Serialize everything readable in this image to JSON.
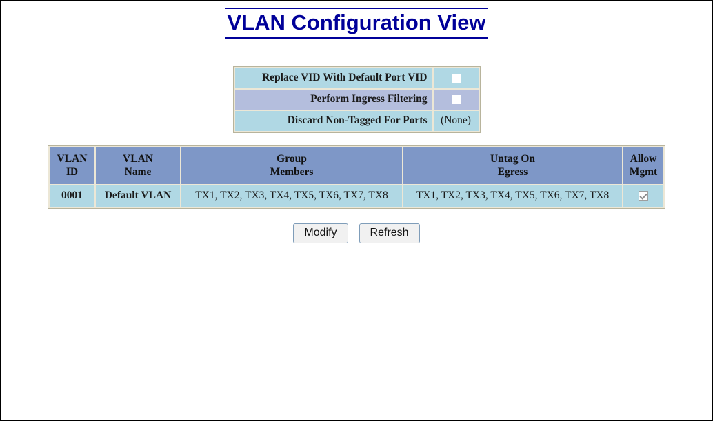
{
  "page": {
    "title": "VLAN Configuration View"
  },
  "settings": {
    "rows": [
      {
        "label": "Replace VID With Default Port VID",
        "control": "checkbox",
        "checked": false,
        "value": ""
      },
      {
        "label": "Perform Ingress Filtering",
        "control": "checkbox",
        "checked": false,
        "value": ""
      },
      {
        "label": "Discard Non-Tagged For Ports",
        "control": "text",
        "checked": false,
        "value": "(None)"
      }
    ]
  },
  "vlan_table": {
    "headers": [
      {
        "line1": "VLAN",
        "line2": "ID"
      },
      {
        "line1": "VLAN",
        "line2": "Name"
      },
      {
        "line1": "Group",
        "line2": "Members"
      },
      {
        "line1": "Untag On",
        "line2": "Egress"
      },
      {
        "line1": "Allow",
        "line2": "Mgmt"
      }
    ],
    "rows": [
      {
        "vlan_id": "0001",
        "vlan_name": "Default VLAN",
        "group_members": "TX1, TX2, TX3, TX4, TX5, TX6, TX7, TX8",
        "untag_on_egress": "TX1, TX2, TX3, TX4, TX5, TX6, TX7, TX8",
        "allow_mgmt_checked": true
      }
    ]
  },
  "buttons": {
    "modify": "Modify",
    "refresh": "Refresh"
  },
  "colors": {
    "title": "#000099",
    "header_blue": "#7e97c7",
    "row_cyan": "#b0d8e4",
    "row_periwinkle": "#b4bedd",
    "table_border": "#ece7d6",
    "page_border": "#000000"
  }
}
